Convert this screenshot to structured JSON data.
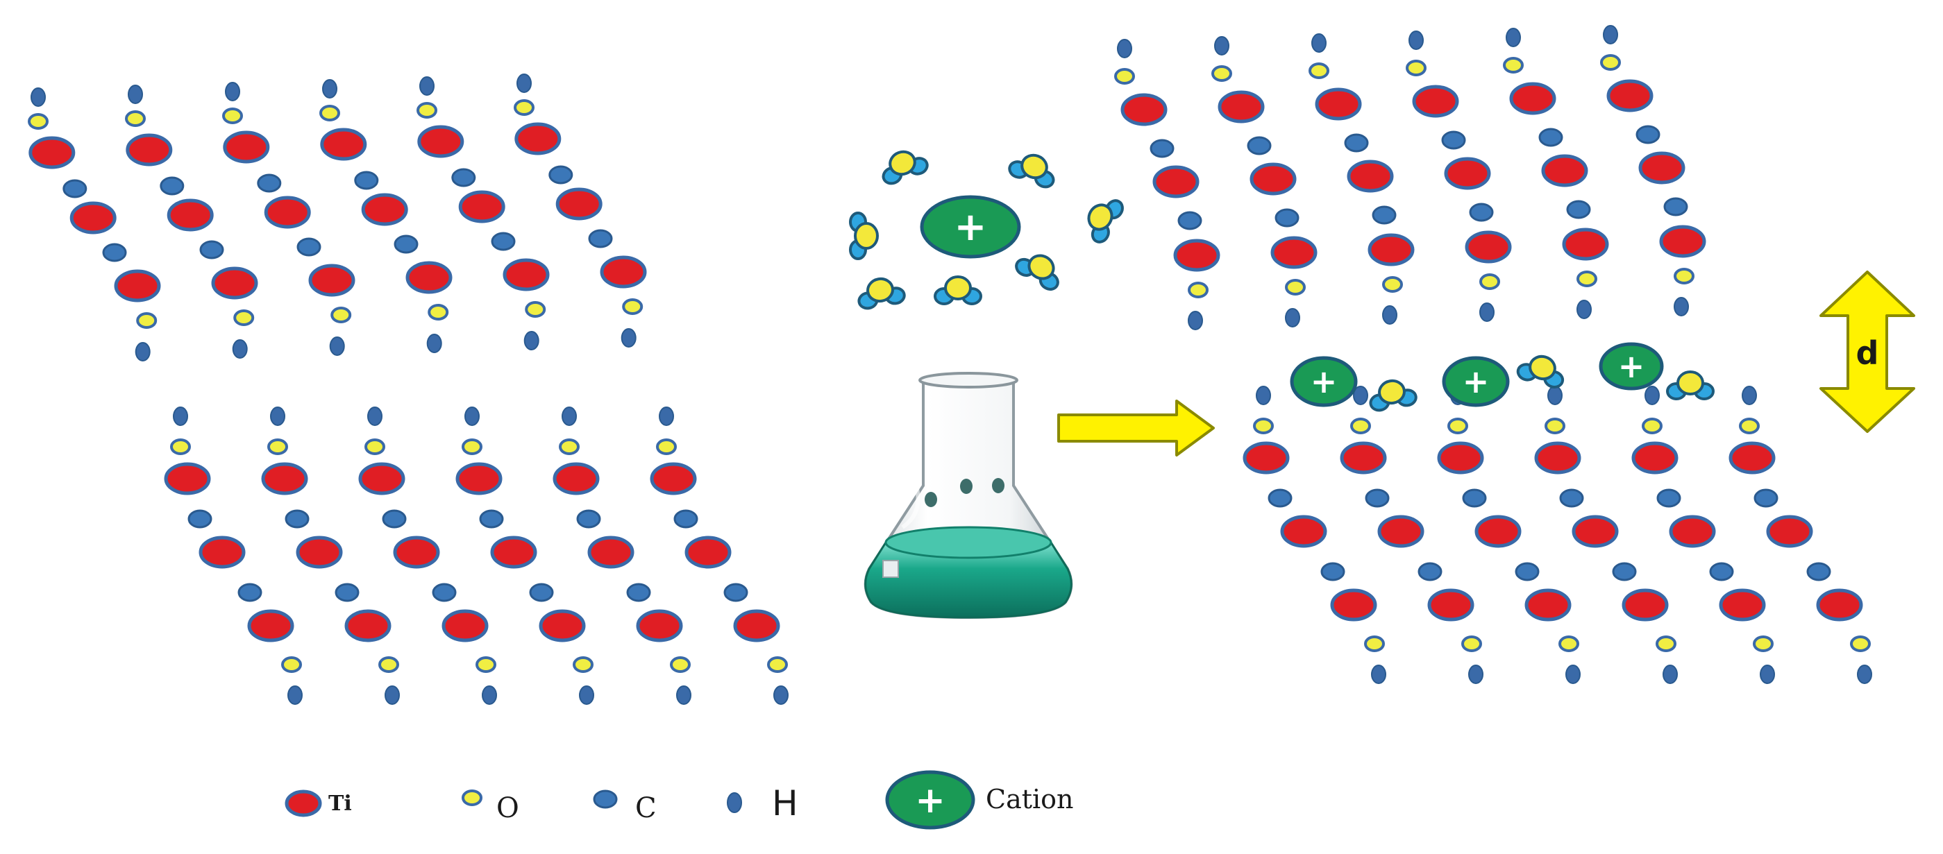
{
  "legend": {
    "ti": "Ti",
    "o": "O",
    "c": "C",
    "h": "H",
    "cation": "Cation"
  },
  "symbols": {
    "cation_sign": "+",
    "interlayer_spacing": "d"
  },
  "colors": {
    "ti": "#e01e24",
    "o": "#f0ee43",
    "c": "#3b77b8",
    "h": "#3a6aa8",
    "cation": "#1a9a55",
    "water_o": "#f3e83a",
    "water_h": "#2fa6e0",
    "arrow": "#fff200",
    "flask_liquid": "#1aa88a"
  },
  "icons": [
    "flask-icon",
    "right-arrow-icon",
    "double-arrow-icon",
    "cation-icon",
    "water-molecule-icon"
  ]
}
